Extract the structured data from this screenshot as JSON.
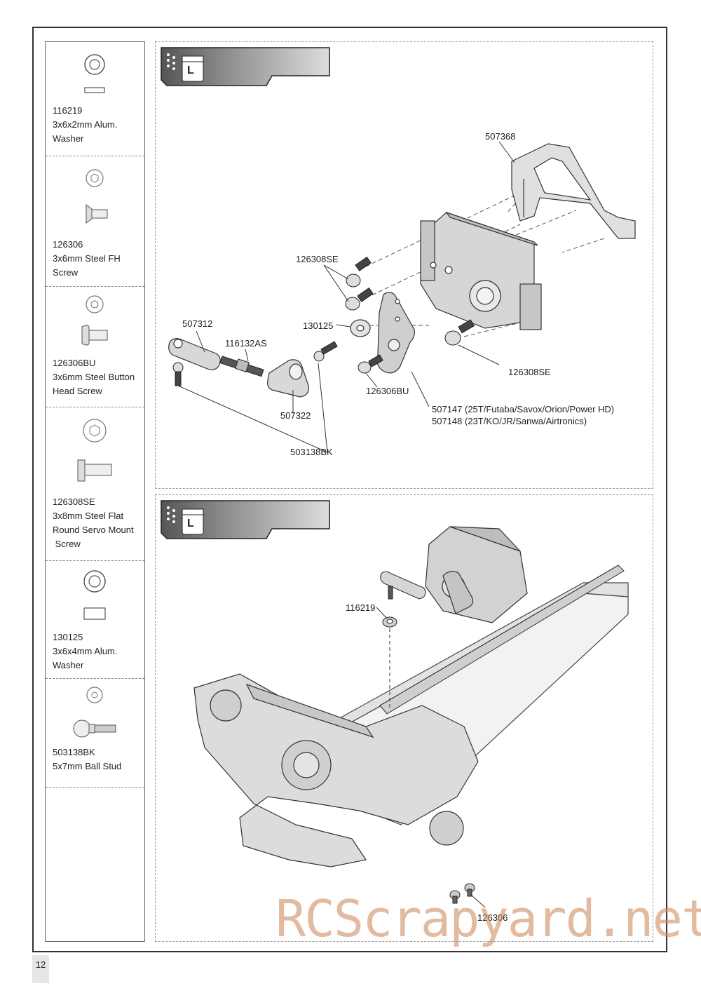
{
  "parts": [
    {
      "code": "116219",
      "line1": "3x6x2mm Alum.",
      "line2": "Washer",
      "line3": ""
    },
    {
      "code": "126306",
      "line1": "3x6mm Steel FH",
      "line2": "Screw",
      "line3": ""
    },
    {
      "code": "126306BU",
      "line1": "3x6mm Steel Button",
      "line2": "Head Screw",
      "line3": ""
    },
    {
      "code": "126308SE",
      "line1": "3x8mm Steel Flat",
      "line2": "Round Servo Mount",
      "line3": " Screw"
    },
    {
      "code": "130125",
      "line1": "3x6x4mm Alum.",
      "line2": "Washer",
      "line3": ""
    },
    {
      "code": "503138BK",
      "line1": "5x7mm Ball Stud",
      "line2": "",
      "line3": ""
    }
  ],
  "step1": {
    "bag_label": "L",
    "callouts": {
      "servo_mount": "507368",
      "servo_mount_screw": "126308SE",
      "washer": "130125",
      "ball_end": "507312",
      "turnbuckle": "116132AS",
      "servo_saver": "507322",
      "button_screw": "126306BU",
      "ball_stud": "503138BK",
      "servo_mount_screw_2": "126308SE",
      "servo_horn_a": "507147 (25T/Futaba/Savox/Orion/Power HD)",
      "servo_horn_b": "507148 (23T/KO/JR/Sanwa/Airtronics)"
    }
  },
  "step2": {
    "bag_label": "L",
    "callouts": {
      "washer": "116219",
      "fh_screw": "126306"
    }
  },
  "page_number": "12",
  "watermark": "RCScrapyard.net",
  "icons": [
    "bag-icon",
    "washer-icon",
    "screw-icon",
    "ball-stud-icon"
  ]
}
